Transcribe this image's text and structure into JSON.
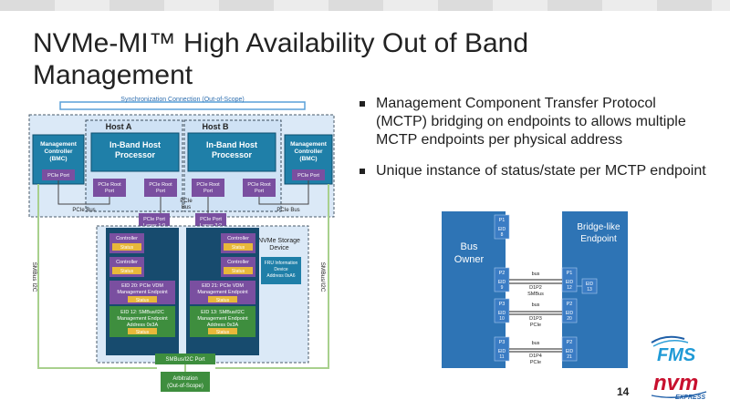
{
  "slide": {
    "title": "NVMe-MI™ High Availability Out of Band Management",
    "bullets": [
      "Management Component Transfer Protocol (MCTP) bridging on endpoints to allows multiple MCTP endpoints per physical address",
      "Unique instance of status/state per MCTP endpoint"
    ],
    "page_number": "14"
  },
  "left_diagram": {
    "sync_label": "Synchronization Connection (Out-of-Scope)",
    "host_a": "Host A",
    "host_b": "Host B",
    "bmc_left": "Management Controller (BMC)",
    "bmc_right": "Management Controller (BMC)",
    "pcie_port": "PCIe Port",
    "inband_a": "In-Band Host Processor",
    "inband_b": "In-Band Host Processor",
    "pcie_root_port": "PCIe Root Port",
    "pcie_bus": "PCIe Bus",
    "pcie_bus_stacked": "PCIe Bus",
    "pcie_port_lanes_a": "PCIe Port Lanes 1:0",
    "pcie_port_lanes_b": "PCIe Port Lanes 3:2",
    "smbus_i2c": "SMBus I2C",
    "smbus_slash_i2c": "SMBus/I2C",
    "controller": "Controller",
    "status": "Status",
    "nvme_storage_device": "NVMe Storage Device",
    "fru": "FRU Information Device Address 0xA6",
    "eid20": "EID 20: PCIe VDM Management Endpoint",
    "eid12": "EID 12: SMBus/I2C Management Endpoint Address 0x3A",
    "eid21": "EID 21: PCIe VDM Management Endpoint",
    "eid13": "EID 13: SMBus/I2C Management Endpoint Address 0x3A",
    "smbus_port": "SMBus/I2C Port",
    "arbitration": "Arbitration (Out-of-Scope)"
  },
  "right_diagram": {
    "bus_owner": "Bus Owner",
    "bridge_endpoint": "Bridge-like Endpoint",
    "owner_ports": [
      {
        "port": "P1",
        "eid": "EID",
        "num": "8"
      },
      {
        "port": "P2",
        "eid": "EID",
        "num": "9"
      },
      {
        "port": "P3",
        "eid": "EID",
        "num": "10"
      },
      {
        "port": "P3",
        "eid": "EID",
        "num": "11"
      }
    ],
    "bridge_ports": [
      {
        "port": "P1",
        "eid": "EID",
        "num": "12"
      },
      {
        "port": "P2",
        "eid": "EID",
        "num": "20"
      },
      {
        "port": "P2",
        "eid": "EID",
        "num": "21"
      }
    ],
    "extra_eid": {
      "eid": "EID",
      "num": "13"
    },
    "buses": [
      {
        "line1": "bus",
        "line2": "D1P2",
        "line3": "SMBus"
      },
      {
        "line1": "bus",
        "line2": "D1P3",
        "line3": "PCIe"
      },
      {
        "line1": "bus",
        "line2": "D1P4",
        "line3": "PCIe"
      }
    ]
  },
  "logos": {
    "fms": "FMS",
    "nvm": "nvm",
    "express": "EXPRESS"
  },
  "colors": {
    "teal": "#1f7fa8",
    "purple": "#7a4fa0",
    "green": "#3e8e3e",
    "status_yellow": "#e8b83a",
    "blue_box": "#2e74b5",
    "nvm_red": "#c8102e"
  }
}
